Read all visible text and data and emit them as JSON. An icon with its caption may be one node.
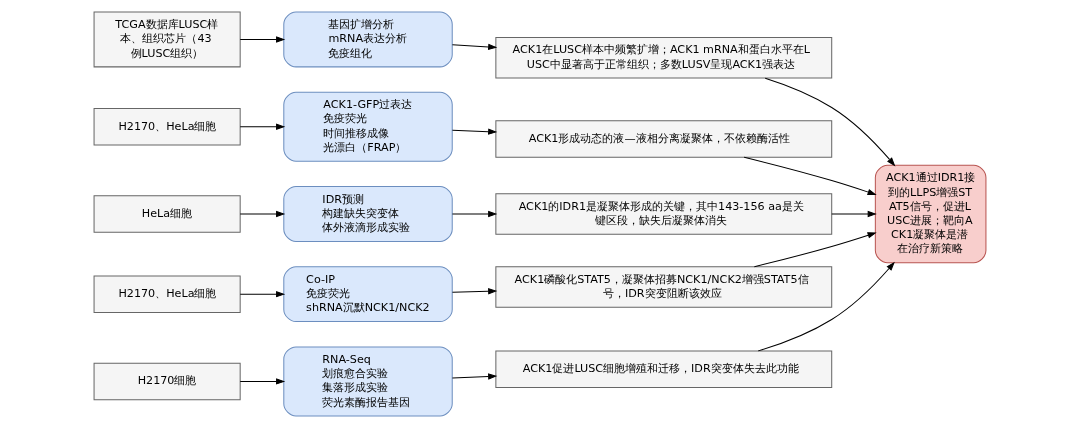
{
  "diagram": {
    "nodes": [
      {
        "text": [
          "TCGA数据库LUSC样本、组织芯片（43例LUSC组织）"
        ]
      },
      {
        "text": [
          "基因扩增分析",
          "mRNA表达分析",
          "免疫组化"
        ]
      },
      {
        "text": [
          "ACK1在LUSC样本中频繁扩增；ACK1 mRNA和蛋白水平在LUSC中显著高于正常组织；多数LUSV呈现ACK1强表达"
        ]
      },
      {
        "text": [
          "H2170、HeLa细胞"
        ]
      },
      {
        "text": [
          "ACK1-GFP过表达",
          "免疫荧光",
          "时间推移成像",
          "光漂白（FRAP）"
        ]
      },
      {
        "text": [
          "ACK1形成动态的液—液相分离凝聚体，不依赖酶活性"
        ]
      },
      {
        "text": [
          "HeLa细胞"
        ]
      },
      {
        "text": [
          "IDR预测",
          "构建缺失突变体",
          "体外液滴形成实验"
        ]
      },
      {
        "text": [
          "ACK1的IDR1是凝聚体形成的关键，其中143-156 aa是关键区段，缺失后凝聚体消失"
        ]
      },
      {
        "text": [
          "H2170、HeLa细胞"
        ]
      },
      {
        "text": [
          "Co-IP",
          "免疫荧光",
          "shRNA沉默NCK1/NCK2"
        ]
      },
      {
        "text": [
          "ACK1磷酸化STAT5，凝聚体招募NCK1/NCK2增强STAT5信号，IDR突变阻断该效应"
        ]
      },
      {
        "text": [
          "H2170细胞"
        ]
      },
      {
        "text": [
          "RNA-Seq",
          "划痕愈合实验",
          "集落形成实验",
          "荧光素酶报告基因"
        ]
      },
      {
        "text": [
          "ACK1促进LUSC细胞增殖和迁移，IDR突变体失去此功能"
        ]
      },
      {
        "text": [
          "ACK1通过IDR1接到的LLPS增强STAT5信号，促进LUSC进展；靶向ACK1凝聚体是潜在治疗新策略"
        ]
      }
    ],
    "edges": [
      {
        "from": 0,
        "to": 1,
        "arrow": "to"
      },
      {
        "from": 1,
        "to": 2,
        "arrow": "to"
      },
      {
        "from": 3,
        "to": 4,
        "arrow": "to"
      },
      {
        "from": 4,
        "to": 5,
        "arrow": "to"
      },
      {
        "from": 6,
        "to": 7,
        "arrow": "to"
      },
      {
        "from": 7,
        "to": 8,
        "arrow": "to"
      },
      {
        "from": 9,
        "to": 10,
        "arrow": "to"
      },
      {
        "from": 10,
        "to": 11,
        "arrow": "to"
      },
      {
        "from": 12,
        "to": 13,
        "arrow": "to"
      },
      {
        "from": 13,
        "to": 14,
        "arrow": "to"
      },
      {
        "from": 2,
        "to": 15,
        "arrow": "to"
      },
      {
        "from": 5,
        "to": 15,
        "arrow": "to"
      },
      {
        "from": 8,
        "to": 15,
        "arrow": "to"
      },
      {
        "from": 11,
        "to": 15,
        "arrow": "to"
      },
      {
        "from": 14,
        "to": 15,
        "arrow": "to"
      }
    ]
  }
}
